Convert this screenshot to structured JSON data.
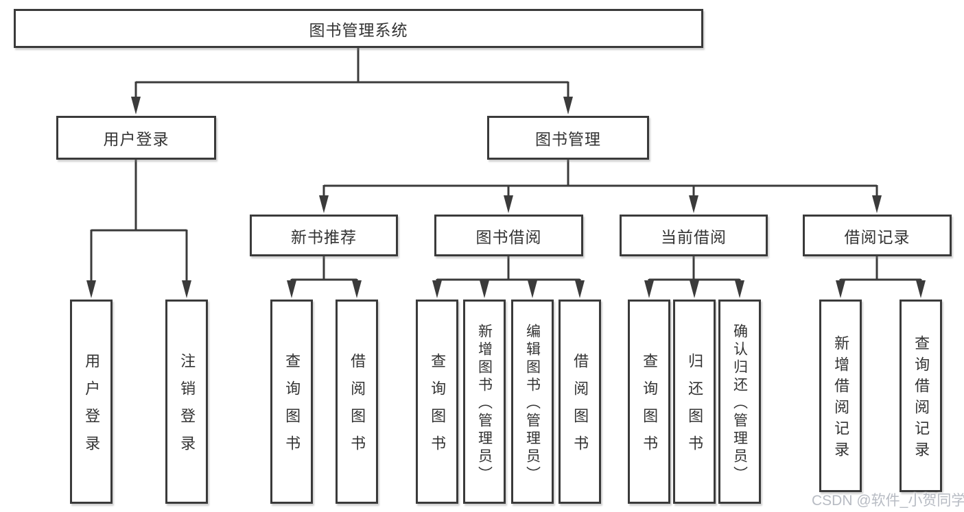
{
  "title": "图书管理系统",
  "nodes": {
    "root": "图书管理系统",
    "user_login": "用户登录",
    "book_mgmt": "图书管理",
    "new_book_rec": "新书推荐",
    "book_borrow": "图书借阅",
    "current_borrow": "当前借阅",
    "borrow_record": "借阅记录",
    "leaf_user_login": "用户登录",
    "leaf_logout": "注销登录",
    "leaf_nb_search": "查询图书",
    "leaf_nb_borrow": "借阅图书",
    "leaf_bb_search": "查询图书",
    "leaf_bb_add": "新增图书（管理员）",
    "leaf_bb_edit": "编辑图书（管理员）",
    "leaf_bb_borrow": "借阅图书",
    "leaf_cb_search": "查询图书",
    "leaf_cb_return": "归还图书",
    "leaf_cb_confirm": "确认归还（管理员）",
    "leaf_br_add": "新增借阅记录",
    "leaf_br_search": "查询借阅记录"
  },
  "hierarchy": {
    "label": "图书管理系统",
    "children": [
      {
        "label": "用户登录",
        "children": [
          {
            "label": "用户登录"
          },
          {
            "label": "注销登录"
          }
        ]
      },
      {
        "label": "图书管理",
        "children": [
          {
            "label": "新书推荐",
            "children": [
              {
                "label": "查询图书"
              },
              {
                "label": "借阅图书"
              }
            ]
          },
          {
            "label": "图书借阅",
            "children": [
              {
                "label": "查询图书"
              },
              {
                "label": "新增图书（管理员）"
              },
              {
                "label": "编辑图书（管理员）"
              },
              {
                "label": "借阅图书"
              }
            ]
          },
          {
            "label": "当前借阅",
            "children": [
              {
                "label": "查询图书"
              },
              {
                "label": "归还图书"
              },
              {
                "label": "确认归还（管理员）"
              }
            ]
          },
          {
            "label": "借阅记录",
            "children": [
              {
                "label": "新增借阅记录"
              },
              {
                "label": "查询借阅记录"
              }
            ]
          }
        ]
      }
    ]
  },
  "watermark": {
    "text": "CSDN @软件_小贺同学"
  },
  "colors": {
    "line": "#3b3b3b",
    "box_border": "#3a3a3a",
    "text": "#333333",
    "watermark": "#b7bbc3",
    "background": "#ffffff"
  }
}
